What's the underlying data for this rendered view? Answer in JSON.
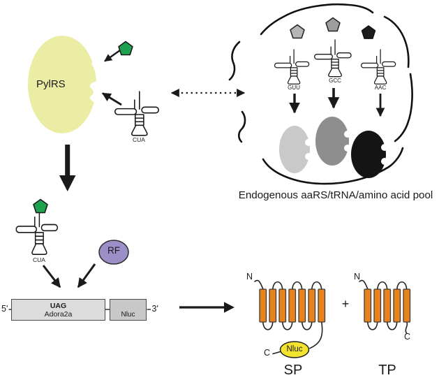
{
  "figure": {
    "pylrs": {
      "label": "PylRS"
    },
    "suppressor_trna": {
      "anticodon": "CUA"
    },
    "charged_trna": {
      "anticodon": "CUA"
    },
    "release_factor": {
      "label": "RF"
    },
    "endogenous_pool": {
      "caption": "Endogenous aaRS/tRNA/amino acid pool",
      "trnas": [
        {
          "anticodon": "GUU"
        },
        {
          "anticodon": "GCC"
        },
        {
          "anticodon": "AAC"
        }
      ]
    },
    "construct": {
      "five_prime": "5'",
      "three_prime": "3'",
      "stop_codon": "UAG",
      "gene": "Adora2a",
      "reporter": "Nluc"
    },
    "products": {
      "plus": "+",
      "sp": {
        "label": "SP",
        "n_terminus": "N",
        "c_terminus": "C",
        "tag": "Nluc"
      },
      "tp": {
        "label": "TP",
        "n_terminus": "N",
        "c_terminus": "C"
      }
    },
    "colors": {
      "pylrs_fill": "#ebeda5",
      "ncaa_green": "#1ea24f",
      "endo_pentagon_light": "#b5b5b5",
      "endo_pentagon_mid": "#9e9e9e",
      "endo_pentagon_dark": "#1c1c1c",
      "endo_aars_light": "#c9c9c9",
      "endo_aars_mid": "#8e8e8e",
      "endo_aars_dark": "#141414",
      "rf_fill": "#9c8fc7",
      "helix_fill": "#e8821d",
      "nluc_fill": "#f3e32e",
      "gene_box_fill": "#dcdcdc",
      "reporter_box_fill": "#c8c8c8"
    }
  }
}
